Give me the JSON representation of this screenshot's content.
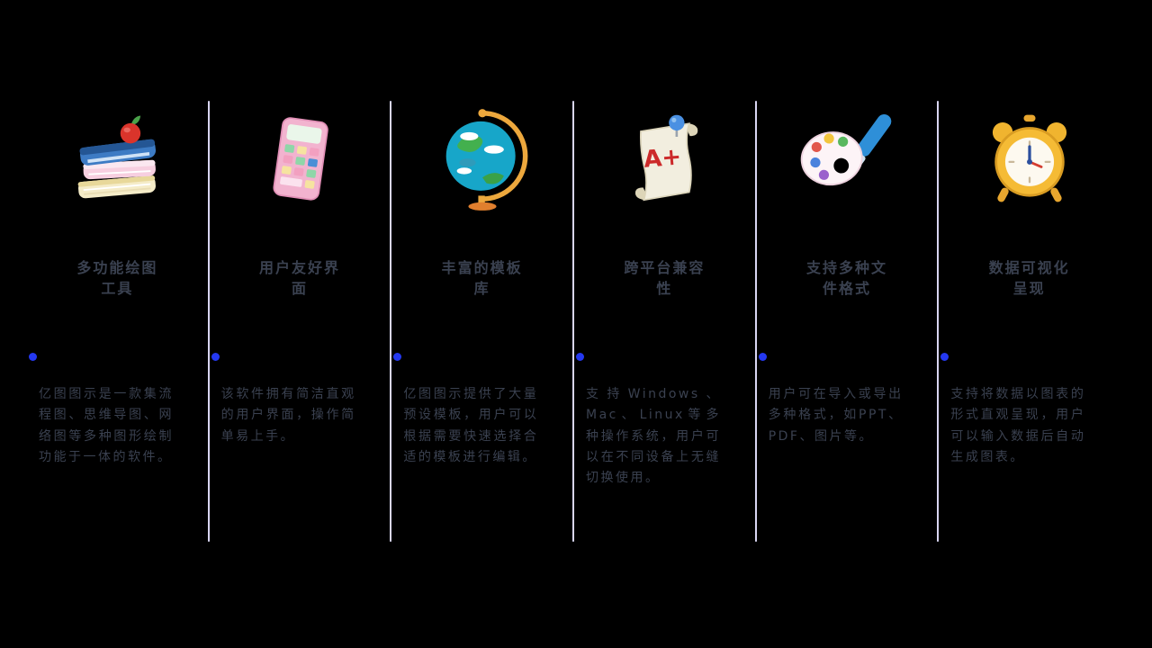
{
  "page": {
    "background_color": "#000000",
    "text_color": "#3a4150",
    "divider_color": "#d9d6f2",
    "dot_color": "#2438f0"
  },
  "features": [
    {
      "icon": "books-apple-icon",
      "title": "多功能绘图工具",
      "description": "亿图图示是一款集流程图、思维导图、网络图等多种图形绘制功能于一体的软件。"
    },
    {
      "icon": "calculator-icon",
      "title": "用户友好界面",
      "description": "该软件拥有简洁直观的用户界面，操作简单易上手。"
    },
    {
      "icon": "globe-icon",
      "title": "丰富的模板库",
      "description": "亿图图示提供了大量预设模板，用户可以根据需要快速选择合适的模板进行编辑。"
    },
    {
      "icon": "scroll-grade-icon",
      "title": "跨平台兼容性",
      "description": "支持Windows、Mac、Linux等多种操作系统，用户可以在不同设备上无缝切换使用。"
    },
    {
      "icon": "palette-brush-icon",
      "title": "支持多种文件格式",
      "description": "用户可在导入或导出多种格式，如PPT、PDF、图片等。"
    },
    {
      "icon": "alarm-clock-icon",
      "title": "数据可视化呈现",
      "description": "支持将数据以图表的形式直观呈现，用户可以输入数据后自动生成图表。"
    }
  ]
}
